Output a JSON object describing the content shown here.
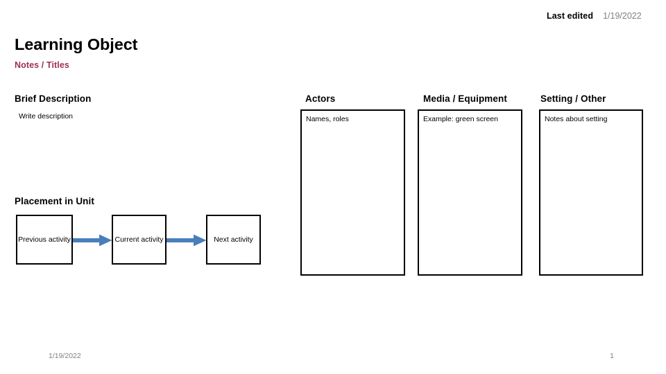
{
  "header": {
    "last_edited_label": "Last edited",
    "last_edited_date": "1/19/2022"
  },
  "title": {
    "main": "Learning Object",
    "subtitle": "Notes / Titles"
  },
  "sections": {
    "brief_description": {
      "heading": "Brief Description",
      "body": "Write description"
    },
    "actors": {
      "heading": "Actors",
      "body": "Names, roles"
    },
    "media_equipment": {
      "heading": "Media / Equipment",
      "body": "Example: green screen"
    },
    "setting_other": {
      "heading": "Setting / Other",
      "body": "Notes about setting"
    },
    "placement": {
      "heading": "Placement in Unit",
      "steps": [
        {
          "label": "Previous activity"
        },
        {
          "label": "Current activity"
        },
        {
          "label": "Next activity"
        }
      ]
    }
  },
  "footer": {
    "date": "1/19/2022",
    "page_number": "1"
  },
  "colors": {
    "subtitle_maroon": "#9E2F55",
    "arrow_blue": "#4A7EBB",
    "footer_gray": "#7F7F7F",
    "border_black": "#000000",
    "background": "#FFFFFF"
  }
}
